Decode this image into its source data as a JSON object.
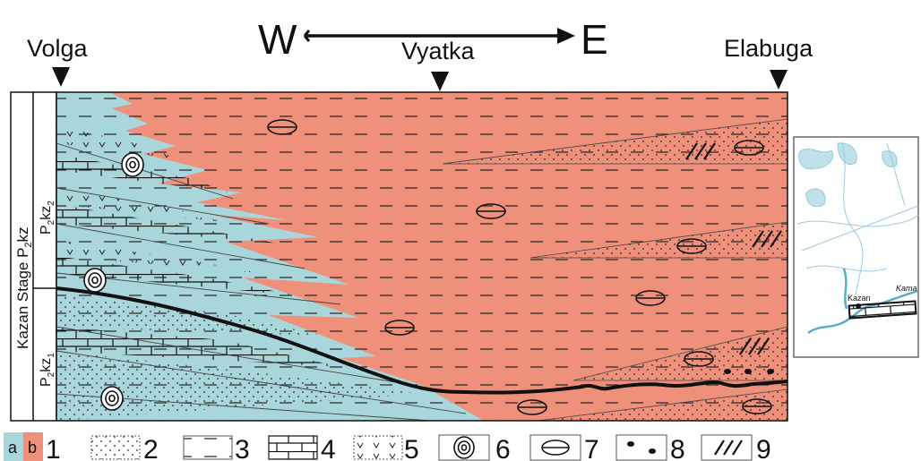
{
  "direction": {
    "west": "W",
    "east": "E"
  },
  "locations": {
    "left": "Volga",
    "middle": "Vyatka",
    "right": "Elabuga"
  },
  "column": {
    "stage_label": "Kazan Stage P",
    "stage_sub": "2",
    "stage_tail": "kz",
    "upper_main": "P",
    "upper_sub1": "2",
    "upper_mid": "kz",
    "upper_sub2": "2",
    "lower_main": "P",
    "lower_sub1": "2",
    "lower_mid": "kz",
    "lower_sub2": "1"
  },
  "inset_map": {
    "city": "Kazan",
    "river": "Kama"
  },
  "colors": {
    "marine": "#a9d6da",
    "continental": "#ef907a",
    "line": "#111111"
  },
  "legend": {
    "a": "a",
    "b": "b",
    "n1": "1",
    "n2": "2",
    "n3": "3",
    "n4": "4",
    "n5": "5",
    "n6": "6",
    "n7": "7",
    "n8": "8",
    "n9": "9"
  }
}
